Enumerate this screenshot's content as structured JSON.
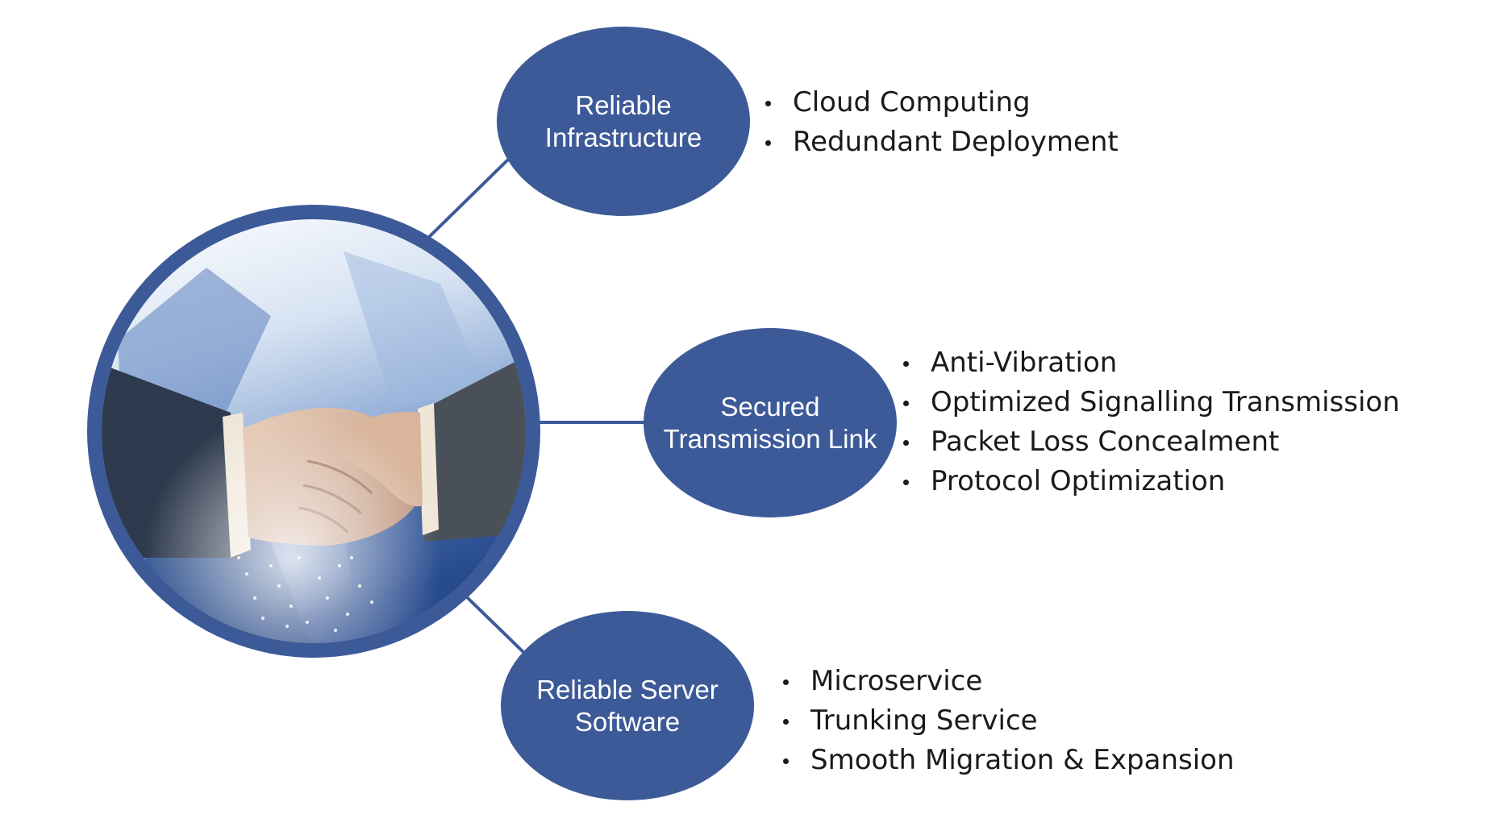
{
  "hub": {
    "icon": "handshake-photo"
  },
  "colors": {
    "accent": "#3d5a98",
    "text": "#1a1a1a"
  },
  "nodes": [
    {
      "title": "Reliable\nInfrastructure",
      "items": [
        "Cloud Computing",
        "Redundant Deployment"
      ]
    },
    {
      "title": "Secured\nTransmission Link",
      "items": [
        "Anti-Vibration",
        "Optimized Signalling Transmission",
        "Packet Loss Concealment",
        "Protocol Optimization"
      ]
    },
    {
      "title": "Reliable Server\nSoftware",
      "items": [
        "Microservice",
        "Trunking Service",
        "Smooth Migration & Expansion"
      ]
    }
  ]
}
